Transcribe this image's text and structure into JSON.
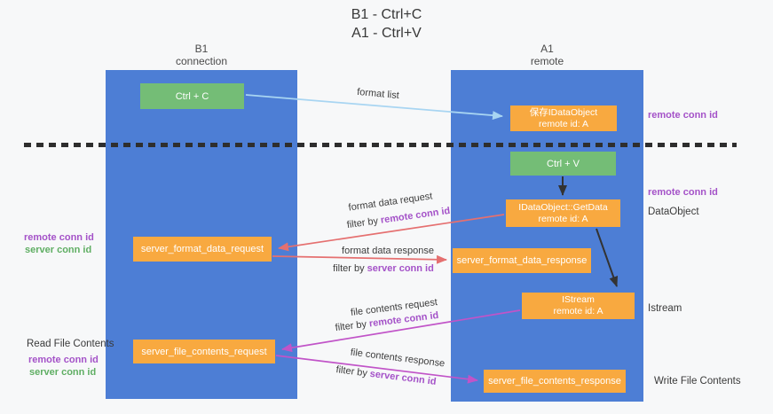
{
  "title": {
    "line1": "B1 - Ctrl+C",
    "line2": "A1 - Ctrl+V"
  },
  "lanes": {
    "b1": {
      "name": "B1",
      "subtitle": "connection"
    },
    "a1": {
      "name": "A1",
      "subtitle": "remote"
    }
  },
  "nodes": {
    "ctrl_c": {
      "label": "Ctrl + C"
    },
    "ctrl_v": {
      "label": "Ctrl + V"
    },
    "save_idataobject": {
      "line1": "保存IDataObject",
      "line2": "remote id: A"
    },
    "getdata": {
      "line1": "IDataObject::GetData",
      "line2": "remote id: A"
    },
    "istream": {
      "line1": "IStream",
      "line2": "remote id: A"
    },
    "server_format_data_request": {
      "label": "server_format_data_request"
    },
    "server_format_data_response": {
      "label": "server_format_data_response"
    },
    "server_file_contents_request": {
      "label": "server_file_contents_request"
    },
    "server_file_contents_response": {
      "label": "server_file_contents_response"
    }
  },
  "edge_labels": {
    "format_list": "format list",
    "format_data_request": "format data request",
    "format_data_response": "format data response",
    "file_contents_request": "file contents request",
    "file_contents_response": "file contents response",
    "filter_by": "filter by"
  },
  "side_labels": {
    "remote_conn_id": "remote conn id",
    "server_conn_id": "server conn id",
    "dataobject": "DataObject",
    "istream": "Istream",
    "read_file_contents": "Read File Contents",
    "write_file_contents": "Write File Contents"
  },
  "colors": {
    "background": "#f7f8f9",
    "lane_blue": "#4d7ed5",
    "node_orange": "#f8a940",
    "node_green": "#74bd76",
    "arrow_black": "#333333",
    "arrow_salmon": "#e57070",
    "arrow_magenta": "#c154c8",
    "arrow_lightblue": "#a8d5f2",
    "label_purple": "#a452c8",
    "label_green": "#5fae63",
    "dash_black": "#2e2e2e"
  }
}
